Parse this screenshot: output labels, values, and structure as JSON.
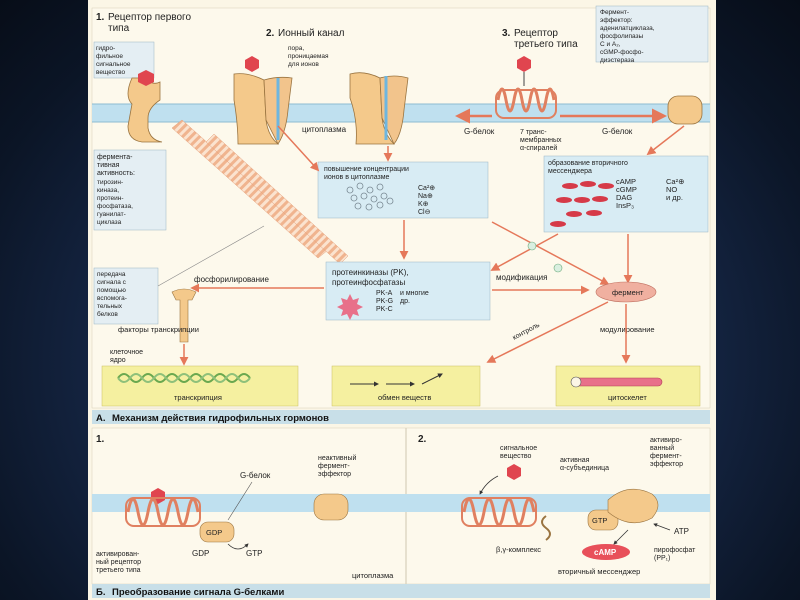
{
  "panel_a": {
    "step1_num": "1.",
    "step1_title": [
      "Рецептор первого",
      "типа"
    ],
    "step2_num": "2.",
    "step2_title": "Ионный канал",
    "step3_num": "3.",
    "step3_title": [
      "Рецептор",
      "третьего типа"
    ],
    "hydrophilic_label": [
      "гидро-",
      "фильное",
      "сигнальное",
      "вещество"
    ],
    "pore_label": [
      "пора,",
      "проницаемая",
      "для ионов"
    ],
    "effector_label": [
      "Фермент-",
      "эффектор:",
      "аденилатциклаза,",
      "фосфолипазы",
      "С и А₂,",
      "cGMP-фосфо-",
      "диэстераза"
    ],
    "cytoplasm": "цитоплазма",
    "g_protein_left": "G-белок",
    "g_protein_right": "G-белок",
    "helices_label": [
      "7 транс-",
      "мембранных",
      "α-спиралей"
    ],
    "enzyme_activity": [
      "фермента-",
      "тивная",
      "активность:",
      "тирозин-",
      "киназа,",
      "протеин-",
      "фосфатаза,",
      "гуанилат-",
      "циклаза"
    ],
    "ion_concentration": [
      "повышение концентрации",
      "ионов в цитоплазме"
    ],
    "ions": [
      "Ca²⊕",
      "Na⊕",
      "K⊕",
      "Cl⊖"
    ],
    "second_messenger": [
      "образование вторичного",
      "мессенджера"
    ],
    "messengers_left": [
      "cAMP",
      "cGMP",
      "DAG",
      "InsP₃"
    ],
    "messengers_right": [
      "Ca²⊕",
      "NO",
      "и др."
    ],
    "signal_transfer": [
      "передача",
      "сигнала с",
      "помощью",
      "вспомога-",
      "тельных",
      "белков"
    ],
    "phosphorylation": "фосфорилирование",
    "protein_kinases": [
      "протеинкиназы (PK),",
      "протеинфосфатазы"
    ],
    "pk_list": [
      "PK-A",
      "PK-G",
      "PK-C"
    ],
    "pk_others": [
      "и многие",
      "др."
    ],
    "modification": "модификация",
    "enzyme": "фермент",
    "transcription_factors": "факторы транскрипции",
    "control": "контроль",
    "modulation": "модулирование",
    "cell_nucleus": [
      "клеточное",
      "ядро"
    ],
    "transcription": "транскрипция",
    "metabolism": "обмен веществ",
    "cytoskeleton": "цитоскелет",
    "caption_letter": "А.",
    "caption": "Механизм действия гидрофильных гормонов"
  },
  "panel_b": {
    "sub1": "1.",
    "sub2": "2.",
    "g_protein": "G-белок",
    "inactive_effector": [
      "неактивный",
      "фермент-",
      "эффектор"
    ],
    "gdp_inner": "GDP",
    "gdp": "GDP",
    "gtp": "GTP",
    "activated_receptor": [
      "активирован-",
      "ный рецептор",
      "третьего типа"
    ],
    "cytoplasm": "цитоплазма",
    "signal_substance": [
      "сигнальное",
      "вещество"
    ],
    "active_alpha": [
      "активная",
      "α-субъединица"
    ],
    "activated_effector": [
      "активиро-",
      "ванный",
      "фермент-",
      "эффектор"
    ],
    "gtp_inner": "GTP",
    "atp": "ATP",
    "beta_gamma": "β,γ-комплекс",
    "camp": "cAMP",
    "pyrophosphate": [
      "пирофосфат",
      "(PP₁)"
    ],
    "second_messenger": "вторичный мессенджер",
    "caption_letter": "Б.",
    "caption": "Преобразование сигнала G-белками"
  },
  "colors": {
    "membrane": "#bfe0ef",
    "membrane_line": "#8dbcd2",
    "receptor": "#f4c98b",
    "receptor_stroke": "#9a7440",
    "ligand": "#e0454f",
    "arrow": "#e5785a",
    "box_fill": "#d8ecf4",
    "label_box": "#e4eef3"
  }
}
